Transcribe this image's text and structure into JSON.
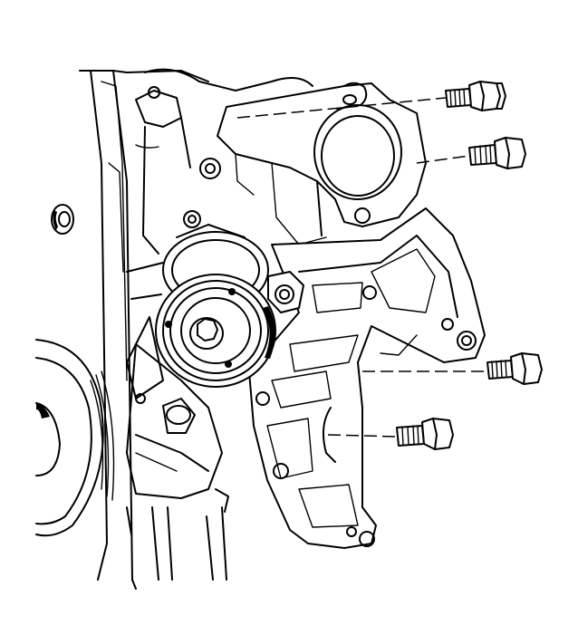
{
  "figure": {
    "description_none": "",
    "parts": [
      {
        "name": "bracket-upper-bolt-1",
        "icon": "bolt-icon"
      },
      {
        "name": "bracket-upper-bolt-2",
        "icon": "bolt-icon"
      },
      {
        "name": "bracket-lower-bolt-1",
        "icon": "bolt-icon"
      },
      {
        "name": "bracket-lower-bolt-2",
        "icon": "bolt-icon"
      }
    ],
    "line_color": "#000000",
    "background": "#ffffff"
  }
}
